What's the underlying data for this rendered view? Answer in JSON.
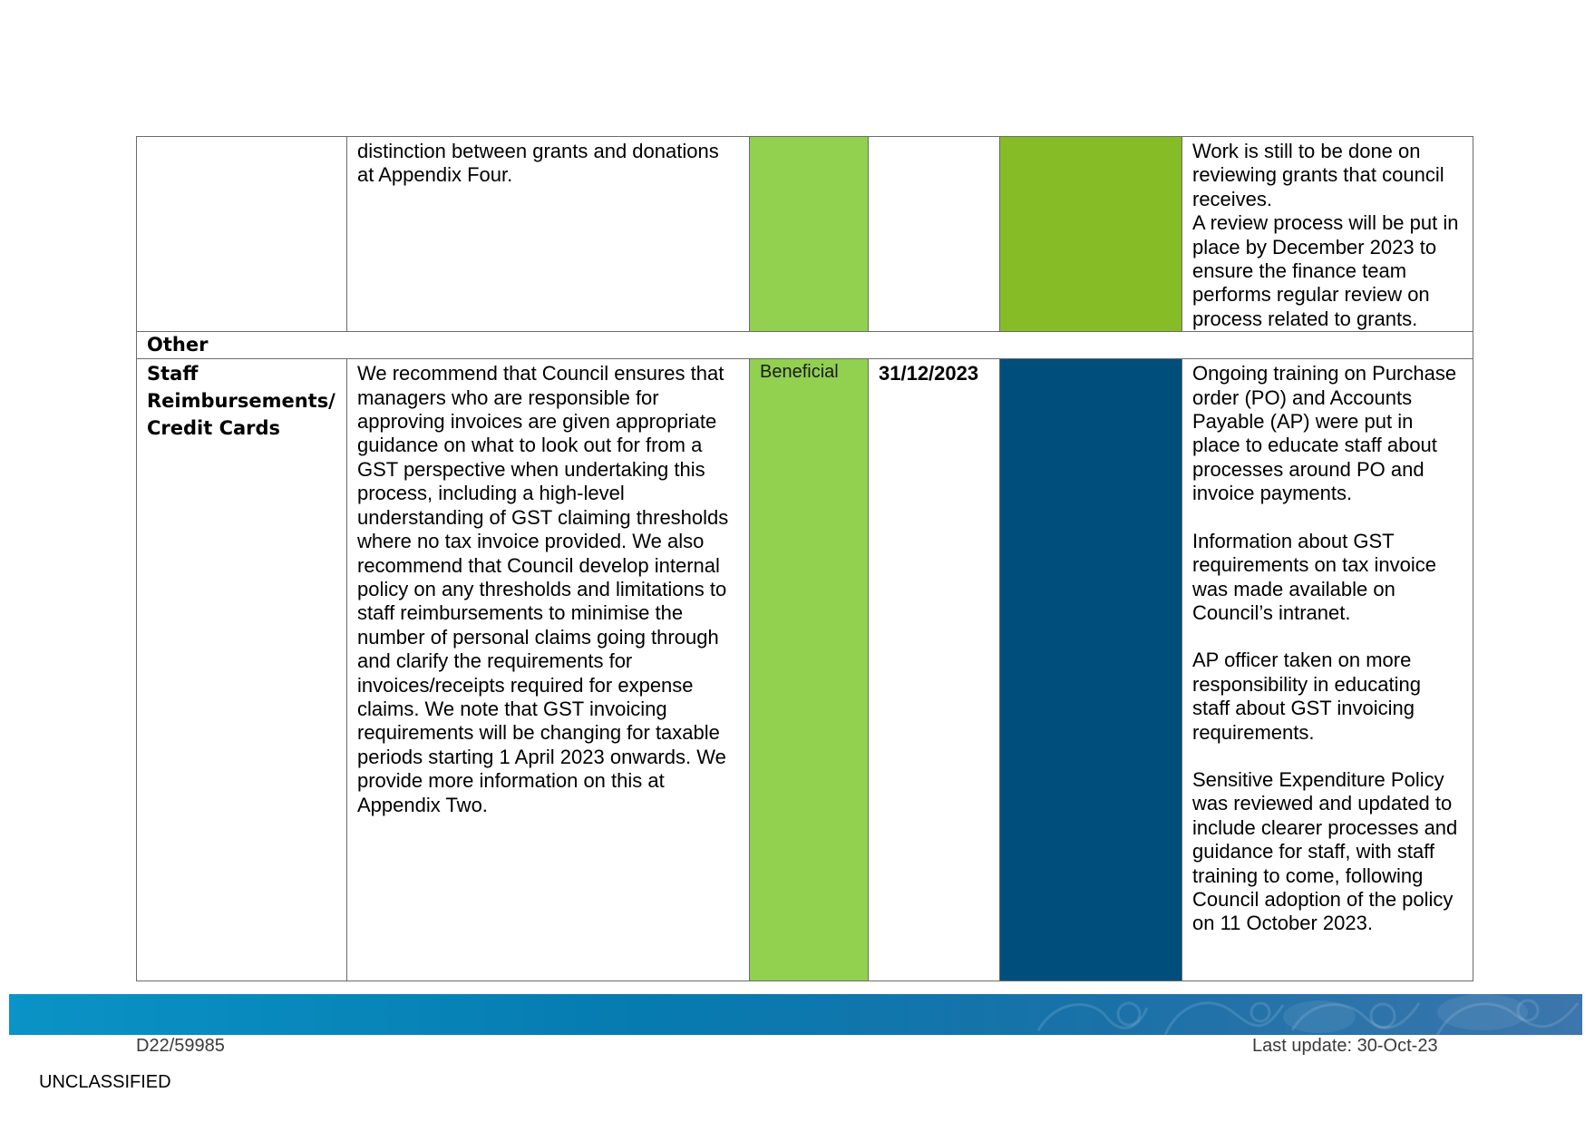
{
  "table": {
    "row1": {
      "recommendation": "distinction between grants and donations at Appendix Four.",
      "progress": [
        "Work is still to be done on reviewing grants that council receives.",
        "A review process will be put in place by December 2023 to ensure the finance team performs regular review on process related to grants."
      ]
    },
    "section_other": "Other",
    "row2": {
      "heading_line1": "Staff",
      "heading_line2": "Reimbursements/",
      "heading_line3": "Credit Cards",
      "recommendation": "We recommend that Council ensures that managers who are responsible for approving invoices are given appropriate guidance on what to look out for from a GST perspective when undertaking this process, including a high-level understanding of GST claiming thresholds where no tax invoice provided. We also recommend that Council develop internal policy on any thresholds and limitations to staff reimbursements to minimise the number of personal claims going through and clarify the requirements for invoices/receipts required for expense claims. We note that GST invoicing requirements will be changing for taxable periods starting 1 April 2023 onwards. We provide more information on this at Appendix Two.",
      "rating": "Beneficial",
      "due_date": "31/12/2023",
      "progress": [
        "Ongoing training on Purchase order (PO) and Accounts Payable (AP) were put in place to educate staff about processes around PO and invoice payments.",
        "Information about GST requirements on tax invoice was made available on Council’s intranet.",
        "AP officer taken on more responsibility in educating staff about GST invoicing requirements.",
        "Sensitive Expenditure Policy was reviewed and updated to include clearer processes and guidance for staff, with staff training to come, following Council adoption of the policy on 11 October 2023."
      ]
    }
  },
  "colors": {
    "rating_green": "#92d050",
    "status_green": "#86bc25",
    "status_navy": "#004e7c",
    "footer_band": "#067bb0"
  },
  "footer": {
    "doc_ref": "D22/59985",
    "last_update": "Last update: 30-Oct-23",
    "classification": "UNCLASSIFIED"
  }
}
